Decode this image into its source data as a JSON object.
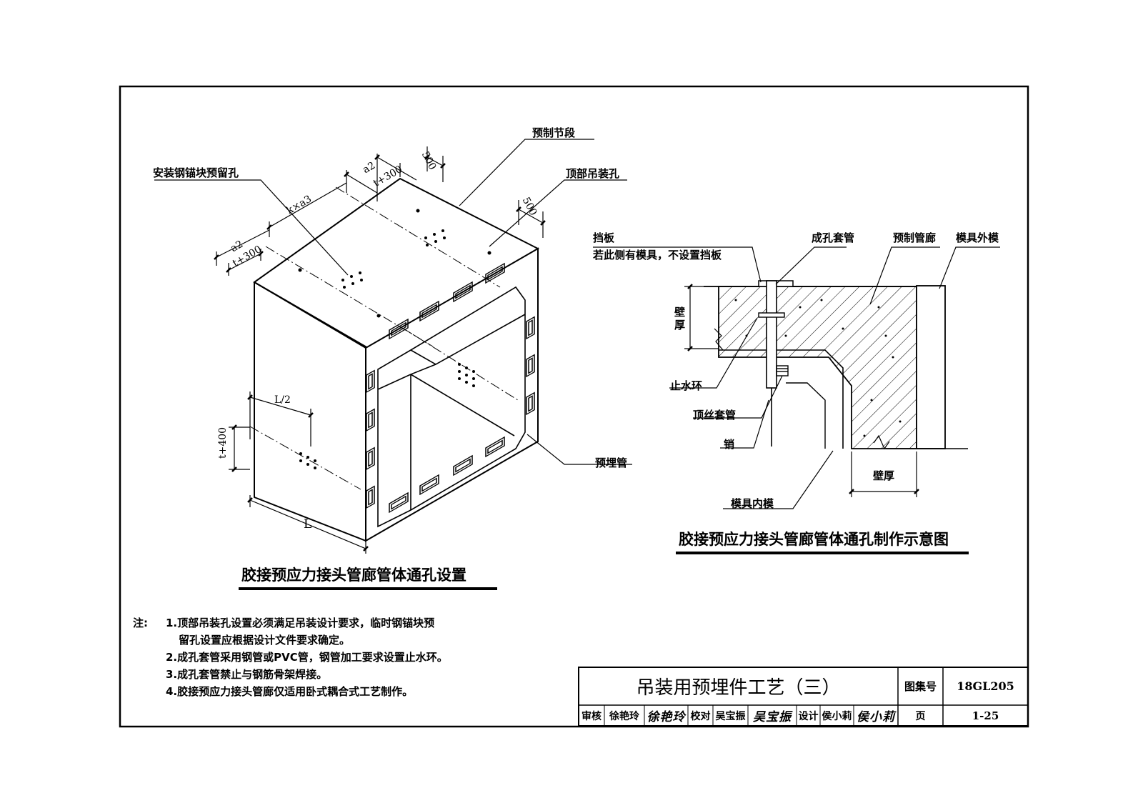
{
  "left_figure": {
    "caption": "胶接预应力接头管廊管体通孔设置",
    "labels": {
      "prefab_segment": "预制节段",
      "anchor_hole": "安装钢锚块预留孔",
      "top_lift_hole": "顶部吊装孔",
      "embedded_pipe": "预埋管"
    },
    "dims": {
      "d500_a": "500",
      "d500_b": "500",
      "a2_top": "a2",
      "t300_top": "t+300",
      "k_a3": "k×a3",
      "a2_left": "a2",
      "t300_left": "t+300",
      "half_L": "L/2",
      "t400": "t+400",
      "L": "L"
    }
  },
  "right_figure": {
    "caption": "胶接预应力接头管廊管体通孔制作示意图",
    "labels": {
      "baffle": "挡板",
      "baffle_note": "若此侧有模具，不设置挡板",
      "hole_sleeve": "成孔套管",
      "prefab_corridor": "预制管廊",
      "outer_mold": "模具外模",
      "wall_thickness_v": "壁厚",
      "water_stop": "止水环",
      "top_screw_sleeve": "顶丝套管",
      "pin": "销",
      "wall_thickness_h": "壁厚",
      "inner_mold": "模具内模"
    }
  },
  "notes": {
    "head": "注:",
    "items": [
      "1.顶部吊装孔设置必须满足吊装设计要求，临时钢锚块预",
      "留孔设置应根据设计文件要求确定。",
      "2.成孔套管采用钢管或PVC管，钢管加工要求设置止水环。",
      "3.成孔套管禁止与钢筋骨架焊接。",
      "4.胶接预应力接头管廊仅适用卧式耦合式工艺制作。"
    ]
  },
  "title_block": {
    "title": "吊装用预埋件工艺（三）",
    "atlas_label": "图集号",
    "atlas_no": "18GL205",
    "review_label": "审核",
    "reviewer": "徐艳玲",
    "reviewer_sig": "徐艳玲",
    "check_label": "校对",
    "checker": "吴宝振",
    "checker_sig": "吴宝振",
    "design_label": "设计",
    "designer": "侯小莉",
    "designer_sig": "侯小莉",
    "page_label": "页",
    "page_no": "1-25"
  }
}
